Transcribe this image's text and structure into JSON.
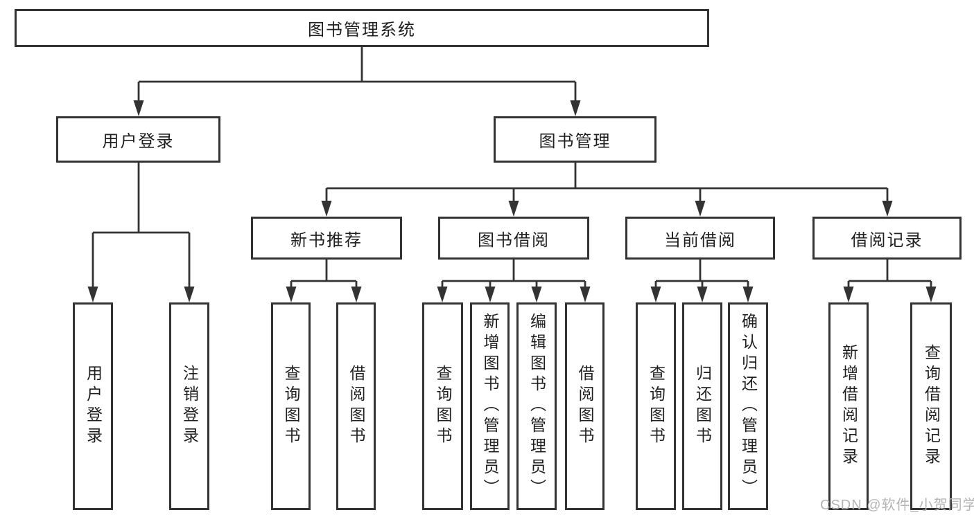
{
  "colors": {
    "background": "#ffffff",
    "box_border": "#333333",
    "line": "#333333",
    "text": "#1f1f1f",
    "watermark": "#b4b4b4"
  },
  "tree": {
    "root": {
      "label": "图书管理系统"
    },
    "level2": [
      {
        "label": "用户登录"
      },
      {
        "label": "图书管理"
      }
    ],
    "level3": [
      {
        "label": "新书推荐"
      },
      {
        "label": "图书借阅"
      },
      {
        "label": "当前借阅"
      },
      {
        "label": "借阅记录"
      }
    ],
    "leaves": [
      {
        "label": "用户登录"
      },
      {
        "label": "注销登录"
      },
      {
        "label": "查询图书"
      },
      {
        "label": "借阅图书"
      },
      {
        "label": "查询图书"
      },
      {
        "label": "新增图书（管理员）"
      },
      {
        "label": "编辑图书（管理员）"
      },
      {
        "label": "借阅图书"
      },
      {
        "label": "查询图书"
      },
      {
        "label": "归还图书"
      },
      {
        "label": "确认归还（管理员）"
      },
      {
        "label": "新增借阅记录"
      },
      {
        "label": "查询借阅记录"
      }
    ]
  },
  "watermark": {
    "text": "CSDN @软件_小贺同学"
  }
}
